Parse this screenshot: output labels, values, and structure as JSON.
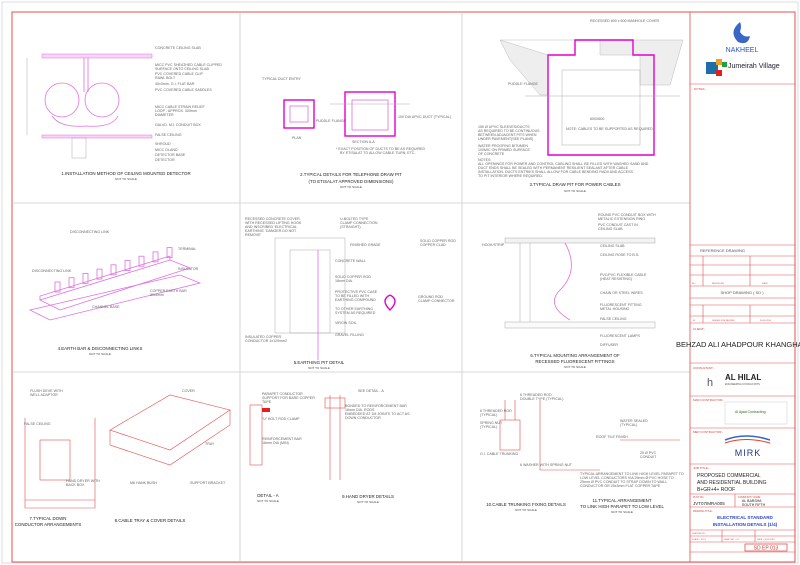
{
  "panels": [
    {
      "caption": "1.INSTALLATION METHOD OF CEILING MOUNTED DETECTOR",
      "caption2": "",
      "scale": "NOT TO SCALE",
      "labels": [
        "CONCRETE CEILING SLAB",
        "MICC PVC SHEATHED CABLE CLIPPED",
        "SURFACE ONTO CEILING SLAB",
        "PVC COVERED CABLE CLIP",
        "RAWL BOLT",
        "40x3mm. G.I. FLAT BAR",
        "PVC COVERED CABLE SADDLES",
        "MICC CABLE STRAIN RELIEF",
        "LOOP - APPROX. 300mm",
        "DIAMETER",
        "GALVD. M.I. CONDUIT BOX",
        "FALSE CEILING",
        "SHROUD",
        "MICC GLAND",
        "DETECTOR BASE",
        "DETECTOR"
      ]
    },
    {
      "caption": "2.TYPICAL DETAILS FOR TELEPHONE DRAW PIT",
      "caption2": "(TO ETISALAT APPROVED DIMENSIONS)",
      "scale": "NOT TO SCALE",
      "labels": [
        "TYPICAL DUCT ENTRY",
        "PUDDLE FLANGE",
        "PLAN",
        "SECTION A-A",
        "100 DIA UPVC DUCT (TYPICAL)",
        "* EXACT POSITION OF DUCTS TO BE AS REQUIRED",
        "BY ETISALAT TO ALLOW CABLE TURN, ETC."
      ]
    },
    {
      "caption": "3.TYPICAL DRAW PIT FOR POWER CABLES",
      "caption2": "",
      "scale": "NOT TO SCALE",
      "labels": [
        "RECESSED 600 x 600 MANHOLE COVER",
        "PUDDLE FLANGE",
        "600X600",
        "NOTE: CABLES TO BE SUPPORTED AS REQUIRED",
        "150 Ø UPVC SLEEVES/DUCTS",
        "AS REQUIRED TO BE CONTINUOUS",
        "BETWEEN ADJACENT PITS WHEN",
        "UNDER PAVEMENT(SEE PLANS)",
        "WATER PROOFING BITUMEN",
        "100MIC ON PRIMED SURFACE",
        "OF CONCRETE",
        "NOTES:",
        "ALL OPENINGS FOR POWER AND CONTROL CABLING SHALL BE FILLED WITH WASHED SAND AND",
        "DUCT ENDS SHALL BE SEALED WITH PERMANENT RESILIENT SEALANT AFTER CABLE",
        "INSTALLATION. DUCTS ENTRIES SHALL ALLOW FOR CABLE BENDING RADII AND ACCESS",
        "TO PIT INTERIOR WHERE REQUIRED."
      ]
    },
    {
      "caption": "4.EARTH BAR & DISCONNECTING LINKS",
      "caption2": "",
      "scale": "NOT TO SCALE",
      "labels": [
        "DISCONNECTING LINK",
        "DISCONNECTING LINK",
        "TERMINAL",
        "INSULATOR",
        "COPPER EARTH BAR",
        "50x6mm",
        "CHANNEL BASE"
      ]
    },
    {
      "caption": "5.EARTHING PIT DETAIL",
      "caption2": "",
      "scale": "NOT TO SCALE",
      "labels": [
        "RECESSED CONCRETE COVER",
        "WITH RECESSED LIFTING HOOK",
        "AND INSCRIBED 'ELECTRICAL",
        "EARTHING' 'DANGER DO NOT",
        "REMOVE'",
        "U-BOLTED TYPE",
        "CLAMP CONNECTION",
        "(STRAIGHT)",
        "FINISHED GRADE",
        "CONCRETE WALL",
        "SOLID COPPER ROD",
        "18mm DIA.",
        "PROTECTIVE PVC CASE",
        "TO BE FILLED WITH",
        "EARTHING COMPOUND",
        "TO OTHER EARTHING",
        "SYSTEM AS REQUIRED",
        "VIRGIN SOIL",
        "GRAVEL FILLING",
        "INSULATED COPPER",
        "CONDUCTOR 1x120mm2",
        "SOLID COPPER ROD",
        "COPPER CLAD",
        "GROUND ROD",
        "CLAMP CONNECTOR"
      ]
    },
    {
      "caption": "6.TYPICAL MOUNTING ARRANGEMENT OF",
      "caption2": "RECESSED FLUORESCENT FITTINGS",
      "scale": "NOT TO SCALE",
      "labels": [
        "ROUND PVC CONDUIT BOX WITH",
        "METALIC EXTENSION RING",
        "PVC CONDUIT CAST IN",
        "CEILING SLAB",
        "HOOK/STRIP",
        "CEILING SLAB",
        "CEILING ROSE TO B.S.",
        "PVC/PVC FLEXIBLE CABLE",
        "(HEAT RESISTING)",
        "CHAIN OR STEEL WIRES",
        "FLUORESCENT FITTING",
        "METAL HOUSING",
        "FALSE CEILING",
        "FLUORESCENT LAMPS",
        "DIFFUSER"
      ]
    },
    {
      "caption": "7.TYPICAL DOWN",
      "caption2": "CONDUCTOR ARRANGEMENTS",
      "scale": "",
      "labels": [
        "FLUSH DEVE WITH",
        "WELL ADAPTOR",
        "FALSE CEILING",
        "HAND DRYER WITH",
        "BACK BOX"
      ]
    },
    {
      "caption": "8.CABLE TRAY & COVER DETAILS",
      "caption2": "",
      "scale": "",
      "labels": [
        "COVER",
        "TRAY",
        "M6 HANK BUSH",
        "SUPPORT BRACKET"
      ]
    },
    {
      "caption": "DETAIL - A",
      "caption2": "",
      "scale": "NOT TO SCALE",
      "labels": [
        "PARAPET CONDUCTOR",
        "SUPPORT FOR BARE COPPER",
        "TAPE",
        "\"U\" BOLT ROD CLAMP",
        "REINFORCEMENT BAR",
        "16mm DIA (MIN)"
      ]
    },
    {
      "caption": "9.HAND DRYER DETAILS",
      "caption2": "",
      "scale": "NOT TO SCALE",
      "labels": [
        "SEE DETAIL - A",
        "BONDED TO REINFORCEMENT BAR",
        "16mm DIA. RODS",
        "EMBEDDED AT 1M JOINTS TO ACT AS",
        "DOWN CONDUCTOR"
      ]
    },
    {
      "caption": "10.CABLE TRUNKING FIXING DETAILS",
      "caption2": "",
      "scale": "NOT TO SCALE",
      "labels": [
        "6 THREADED ROD",
        "(TYPICAL)",
        "SPRING NUT",
        "(TYPICAL)",
        "G.I. CABLE TRUNKING",
        "6 THREADED ROD",
        "6 WASHER WITH SPRING NUT",
        "DOUBLE TYPE (TYPICAL)"
      ]
    },
    {
      "caption": "11.TYPICAL ARRANGEMENT",
      "caption2": "TO LINK HIGH PARAPET TO LOW LEVEL",
      "scale": "NOT TO SCALE",
      "labels": [
        "ROOF TILE FINISH",
        "WATER SEALED",
        "(TYPICAL)",
        "25 Ø PVC",
        "CONDUIT",
        "TYPICAL ARRANGEMENT TO LINK HIGH LEVEL PARAPET TO",
        "LOW LEVEL CONDUCTORS VIA 25mm Ø PVC HOSE TO",
        "25mm Ø PVC CONDUIT TO STRAP DOWN TO WALL",
        "CONDUCTOR OR 25x3mm FLAT COPPER TAPE"
      ]
    }
  ],
  "title_block": {
    "client_logo": "NAKHEEL",
    "project_logo": "Jumeirah Village",
    "notes_label": "NOTES:-",
    "reference_drawing": "REFERENCE  DRAWING",
    "revision_headers": [
      "NO",
      "REVISIONS",
      "DATE"
    ],
    "revision_row": [
      "01",
      "ISSUED FOR REVIEW",
      "26.05.2016"
    ],
    "stage": "SHOP DRAWING ( SD )",
    "client_label": "CLIENT:-",
    "client_name": "BEHZAD ALI AHADPOUR KHANGHAH",
    "consultant_label": "CONSULTANT:-",
    "consultant_name": "AL HILAL",
    "consultant_sub": "ENGINEERING CONSULTANTS",
    "main_contractor_label": "MAIN CONTRACTOR:-",
    "main_contractor_name": "Al Ajaal Contracting",
    "mep_contractor_label": "MEP CONTRACTOR:-",
    "mep_contractor_name": "MIRK",
    "job_title_label": "JOB TITLE:-",
    "job_title": [
      "PROPOSED COMMERCIAL",
      "AND RESIDENTIAL BUILDING",
      "B+GR+4+ ROOF"
    ],
    "plot_label": "PLOT NO.",
    "plot_no": "JVT07IMRA005",
    "community_label": "COMMUNITY NAME:",
    "community": [
      "AL BARSHA",
      "SOUTH FIFTH"
    ],
    "drawing_title_label": "DRAWING TITLE:-",
    "drawing_title": [
      "ELECTRICAL STANDARD",
      "INSTALLATION DETAILS (1/4)"
    ],
    "sheet_info": [
      "CHECKED BY :-",
      "SCALE :- N.T.S",
      "SHEET NO :- 01",
      "DATE :- 26.05.2016"
    ],
    "drawing_no": "SD EP 013",
    "colors": {
      "border": "#e05050",
      "accent_blue": "#2a3fd0",
      "drawing_magenta": "#e000d0"
    }
  }
}
